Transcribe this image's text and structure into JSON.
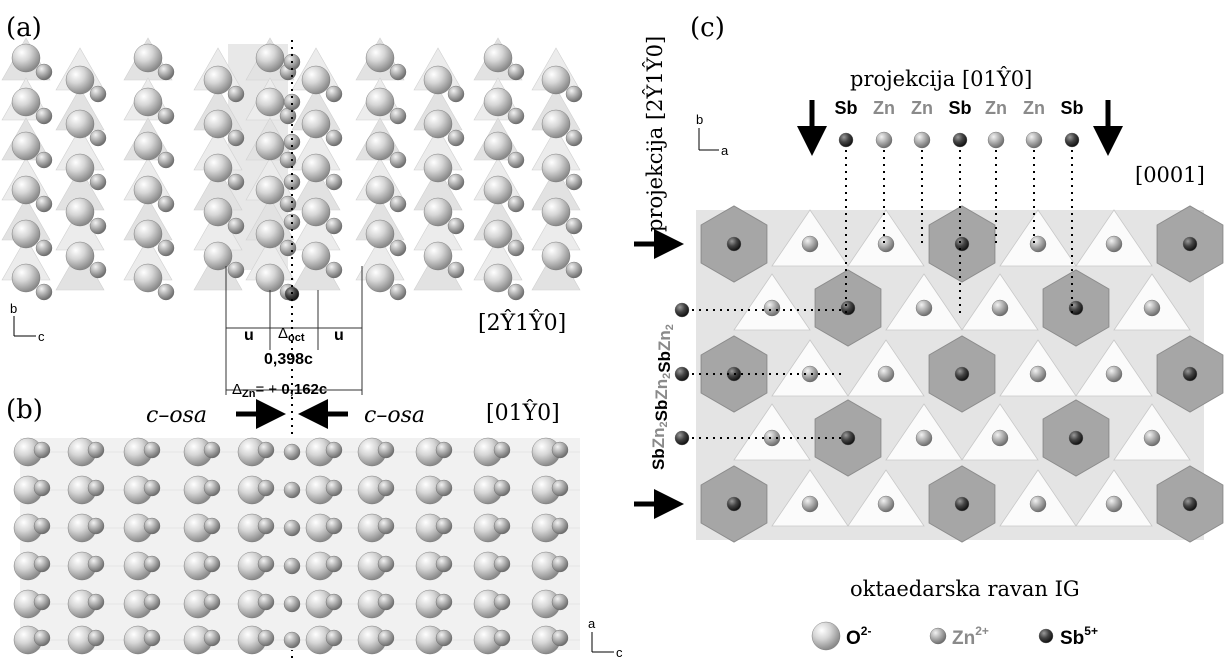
{
  "panels": {
    "a": {
      "label": "(a)",
      "direction": "[2Ŷ1Ŷ0]"
    },
    "b": {
      "label": "(b)",
      "direction": "[01Ŷ0]"
    },
    "c": {
      "label": "(c)",
      "direction": "[0001]"
    }
  },
  "measurements": {
    "u_left": "u",
    "delta_oct": "Δ",
    "delta_oct_sub": "oct",
    "u_right": "u",
    "oct_value": "0,398c",
    "delta_zn": "Δ",
    "delta_zn_sub": "Zn",
    "delta_zn_eq": "= + ",
    "delta_zn_value": "0,162c"
  },
  "axis_labels": {
    "left": "c–osa",
    "right": "c–osa"
  },
  "axes_small": {
    "a_panel": {
      "vertical": "b",
      "horizontal": "c"
    },
    "b_panel": {
      "vertical": "a",
      "horizontal": "c"
    },
    "c_panel": {
      "vertical": "b",
      "horizontal": "a"
    }
  },
  "panel_c": {
    "projection_top": "projekcija [01Ŷ0]",
    "projection_side": "projekcija [2Ŷ1Ŷ0]",
    "top_row": [
      {
        "text": "Sb",
        "type": "sb"
      },
      {
        "text": "Zn",
        "type": "zn"
      },
      {
        "text": "Zn",
        "type": "zn"
      },
      {
        "text": "Sb",
        "type": "sb"
      },
      {
        "text": "Zn",
        "type": "zn"
      },
      {
        "text": "Zn",
        "type": "zn"
      },
      {
        "text": "Sb",
        "type": "sb"
      }
    ],
    "side_sequence": [
      {
        "text": "Sb",
        "type": "sb"
      },
      {
        "text": "Zn",
        "type": "zn",
        "sub": "2"
      },
      {
        "text": "Sb",
        "type": "sb"
      },
      {
        "text": "Zn",
        "type": "zn",
        "sub": "2"
      },
      {
        "text": "Sb",
        "type": "sb"
      },
      {
        "text": "Zn",
        "type": "zn",
        "sub": "2"
      }
    ],
    "caption": "oktaedarska ravan IG"
  },
  "legend": [
    {
      "ion": "O",
      "charge": "2-",
      "kind": "oxygen"
    },
    {
      "ion": "Zn",
      "charge": "2+",
      "kind": "zinc"
    },
    {
      "ion": "Sb",
      "charge": "5+",
      "kind": "antimony"
    }
  ],
  "colors": {
    "oxygen": "#c9c9c9",
    "zinc": "#a9a9a9",
    "antimony": "#3a3a3a",
    "octahedron_dark": "#9f9f9f",
    "octahedron_light": "#dcdcdc",
    "tetra_light": "#efefef"
  }
}
